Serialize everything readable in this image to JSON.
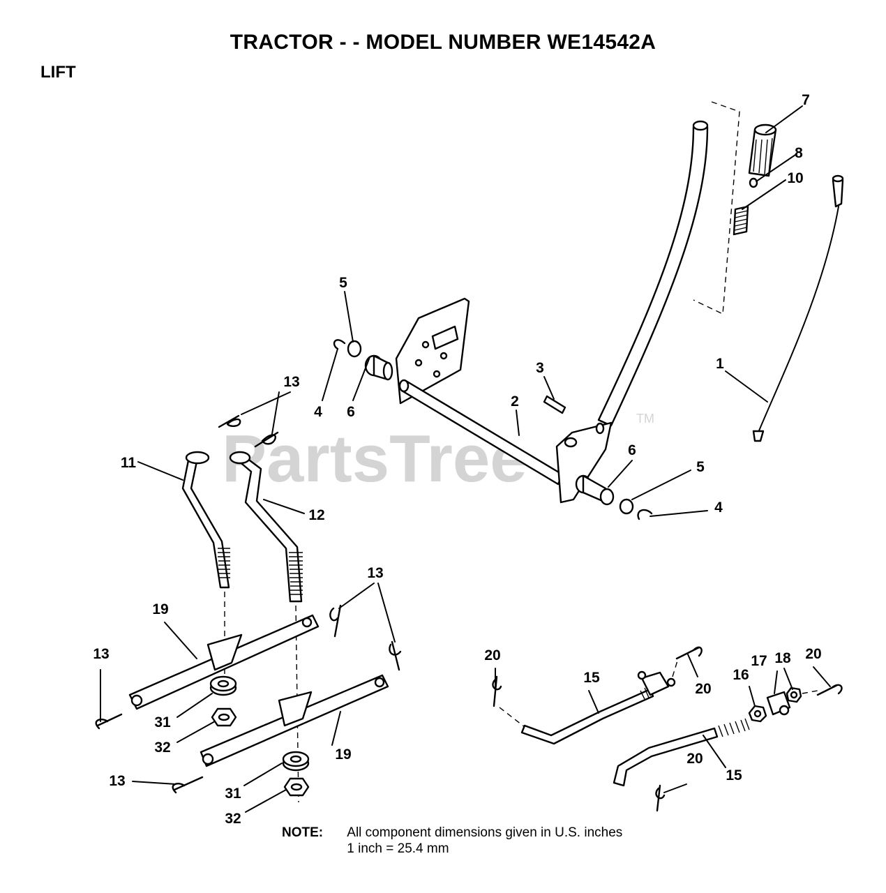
{
  "title": "TRACTOR - - MODEL NUMBER WE14542A",
  "section": "LIFT",
  "watermark": "PartsTree",
  "trademark": "TM",
  "note": {
    "label": "NOTE:",
    "line1": "All component dimensions given in U.S. inches",
    "line2": "1 inch = 25.4 mm"
  },
  "callouts": {
    "c1": "1",
    "c2": "2",
    "c3": "3",
    "c4a": "4",
    "c4b": "4",
    "c5a": "5",
    "c5b": "5",
    "c6a": "6",
    "c6b": "6",
    "c7": "7",
    "c8": "8",
    "c10": "10",
    "c11": "11",
    "c12": "12",
    "c13a": "13",
    "c13b": "13",
    "c13c": "13",
    "c13d": "13",
    "c15a": "15",
    "c15b": "15",
    "c16": "16",
    "c17": "17",
    "c18": "18",
    "c19a": "19",
    "c19b": "19",
    "c20a": "20",
    "c20b": "20",
    "c20c": "20",
    "c20d": "20",
    "c31a": "31",
    "c31b": "31",
    "c32a": "32",
    "c32b": "32"
  },
  "colors": {
    "ink": "#000000",
    "watermark": "#d4d4d4",
    "background": "#ffffff"
  }
}
